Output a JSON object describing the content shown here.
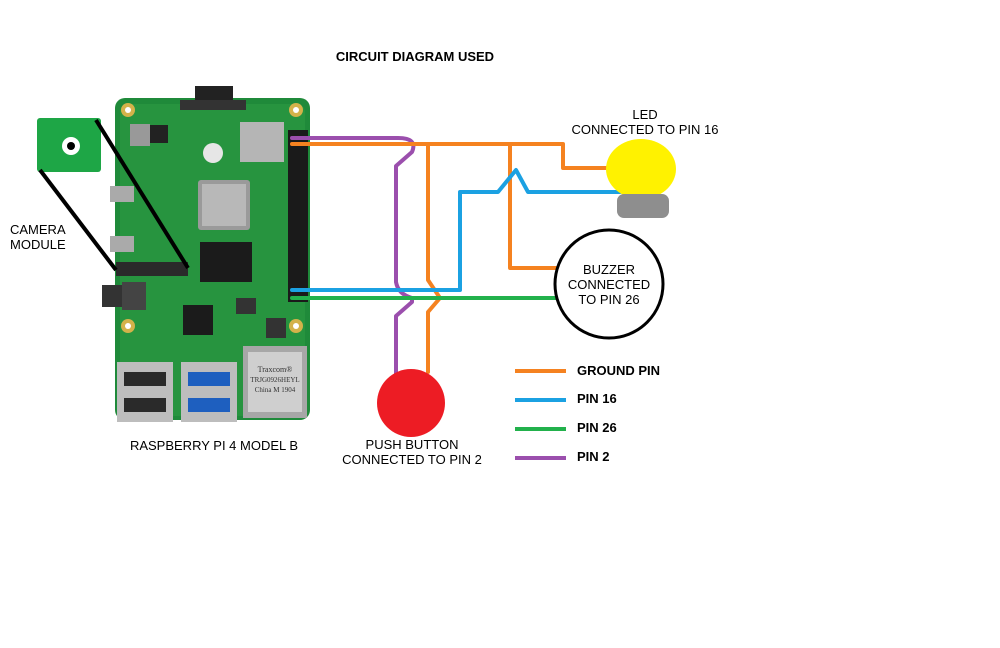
{
  "title": "CIRCUIT DIAGRAM USED",
  "camera": {
    "line1": "CAMERA",
    "line2": "MODULE"
  },
  "pi": {
    "label": "RASPBERRY PI 4 MODEL B",
    "chip_text_1": "Traxcom®",
    "chip_text_2": "TRJG0926HEYL",
    "chip_text_3": "China M 1904"
  },
  "led": {
    "line1": "LED",
    "line2": "CONNECTED TO PIN 16"
  },
  "buzzer": {
    "line1": "BUZZER",
    "line2": "CONNECTED",
    "line3": "TO PIN 26"
  },
  "button": {
    "line1": "PUSH BUTTON",
    "line2": "CONNECTED TO PIN 2"
  },
  "legend": [
    {
      "label": "GROUND PIN",
      "color": "#f58220"
    },
    {
      "label": "PIN 16",
      "color": "#1ba1e2"
    },
    {
      "label": "PIN 26",
      "color": "#22b14c"
    },
    {
      "label": "PIN 2",
      "color": "#9b4fad"
    }
  ],
  "colors": {
    "ground": "#f58220",
    "pin16": "#1ba1e2",
    "pin26": "#22b14c",
    "pin2": "#9b4fad",
    "board": "#1f8a3a",
    "led": "#fff200",
    "button": "#ed1c24"
  }
}
